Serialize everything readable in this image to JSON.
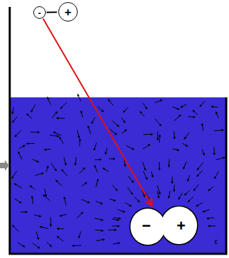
{
  "diagram": {
    "nodes": [
      {
        "text": [
          "-"
        ]
      },
      {
        "text": [
          "+"
        ]
      },
      {
        "text": [
          "−",
          "+"
        ]
      }
    ],
    "edges": [
      {
        "from": 0,
        "to": 1,
        "arrow": "none"
      },
      {
        "from": 0,
        "to": 2,
        "arrow": "to"
      }
    ],
    "labels": [
      "ε"
    ]
  }
}
